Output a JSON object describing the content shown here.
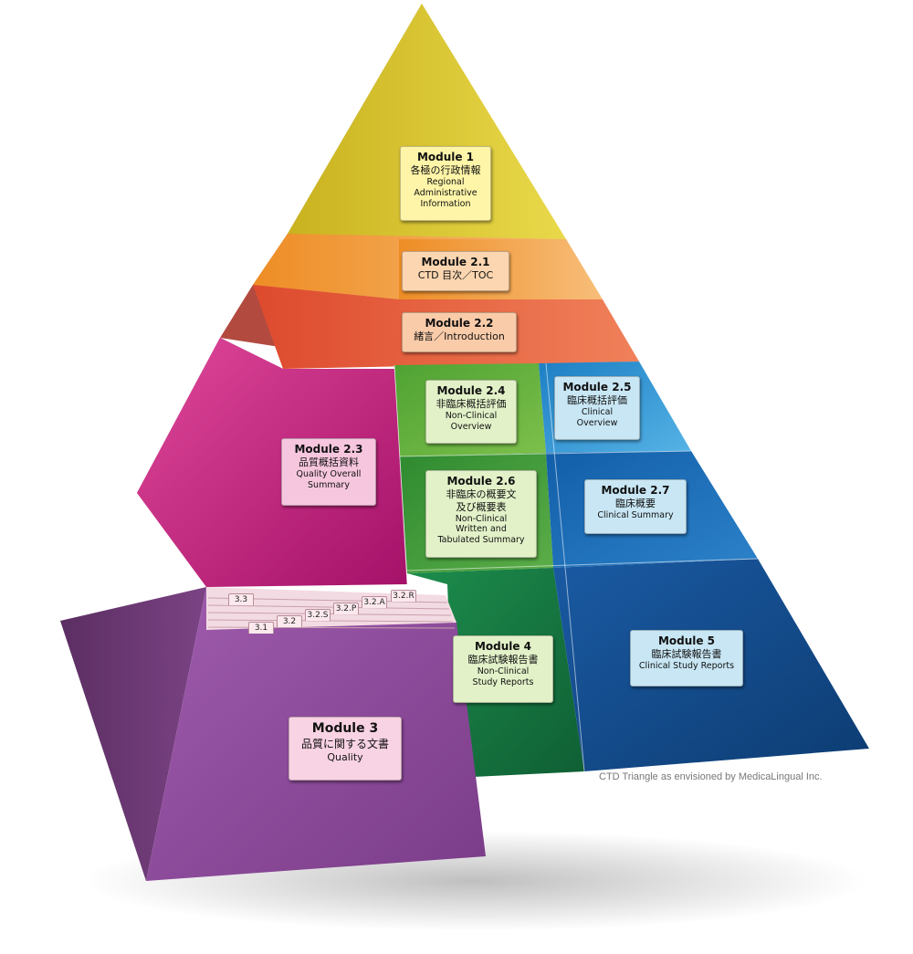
{
  "modules": {
    "m1": {
      "title": "Module 1",
      "jp": "各極の行政情報",
      "en": [
        "Regional",
        "Administrative",
        "Information"
      ]
    },
    "m21": {
      "title": "Module 2.1",
      "jp": "CTD 目次／TOC"
    },
    "m22": {
      "title": "Module 2.2",
      "jp": "緒言／Introduction"
    },
    "m23": {
      "title": "Module 2.3",
      "jp": "品質概括資料",
      "en": [
        "Quality Overall",
        "Summary"
      ]
    },
    "m24": {
      "title": "Module 2.4",
      "jp": "非臨床概括評価",
      "en": [
        "Non-Clinical",
        "Overview"
      ]
    },
    "m25": {
      "title": "Module 2.5",
      "jp": "臨床概括評価",
      "en": [
        "Clinical",
        "Overview"
      ]
    },
    "m26": {
      "title": "Module 2.6",
      "jp": [
        "非臨床の概要文",
        "及び概要表"
      ],
      "en": [
        "Non-Clinical",
        "Written and",
        "Tabulated Summary"
      ]
    },
    "m27": {
      "title": "Module 2.7",
      "jp": "臨床概要",
      "en": [
        "Clinical Summary"
      ]
    },
    "m3": {
      "title": "Module 3",
      "jp": "品質に関する文書",
      "en": [
        "Quality"
      ]
    },
    "m4": {
      "title": "Module 4",
      "jp": "臨床試験報告書",
      "en": [
        "Non-Clinical",
        "Study Reports"
      ]
    },
    "m5": {
      "title": "Module 5",
      "jp": "臨床試験報告書",
      "en": [
        "Clinical Study Reports"
      ]
    }
  },
  "folder_tabs": [
    "3.3",
    "3.1",
    "3.2",
    "3.2.S",
    "3.2.P",
    "3.2.A",
    "3.2.R"
  ],
  "credit": "CTD Triangle as envisioned by MedicaLingual Inc.",
  "colors": {
    "m1": "#d9c32b",
    "m21": "#f29a3a",
    "m22": "#e4573a",
    "m23": "#c21a80",
    "m24": "#5aac3a",
    "m25": "#2b8fd0",
    "m26": "#3f9a3a",
    "m27": "#1a6cb5",
    "m4": "#1d7a45",
    "m5": "#174f93",
    "m3": "#8a4a96"
  }
}
